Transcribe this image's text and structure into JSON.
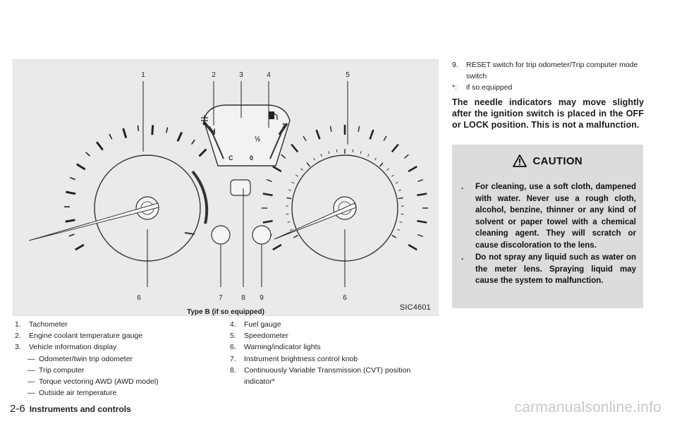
{
  "figure": {
    "callouts": [
      "1",
      "2",
      "3",
      "4",
      "5",
      "6",
      "7",
      "8",
      "9",
      "6"
    ],
    "gauge_marks": {
      "hot": "H",
      "cold": "C",
      "full": "1",
      "half": "½",
      "empty": "0"
    },
    "code": "SIC4601",
    "caption": "Type B (if so equipped)"
  },
  "legend_left": [
    {
      "num": "1.",
      "text": "Tachometer"
    },
    {
      "num": "2.",
      "text": "Engine coolant temperature gauge"
    },
    {
      "num": "3.",
      "text": "Vehicle information display"
    }
  ],
  "legend_sub": [
    "Odometer/twin trip odometer",
    "Trip computer",
    "Torque vectoring AWD (AWD model)",
    "Outside air temperature"
  ],
  "legend_right": [
    {
      "num": "4.",
      "text": "Fuel gauge"
    },
    {
      "num": "5.",
      "text": "Speedometer"
    },
    {
      "num": "6.",
      "text": "Warning/indicator lights"
    },
    {
      "num": "7.",
      "text": "Instrument brightness control knob"
    },
    {
      "num": "8.",
      "text": "Continuously Variable Transmission (CVT) position indicator*"
    }
  ],
  "legend_col3": [
    {
      "num": "9.",
      "text": "RESET switch for trip odometer/Trip computer mode switch"
    },
    {
      "num": "*:",
      "text": "if so equipped"
    }
  ],
  "note": "The needle indicators may move slightly after the ignition switch is placed in the OFF or LOCK position. This is not a malfunction.",
  "caution": {
    "title": "CAUTION",
    "items": [
      "For cleaning, use a soft cloth, dampened with water. Never use a rough cloth, alcohol, benzine, thinner or any kind of solvent or paper towel with a chemical cleaning agent. They will scratch or cause discoloration to the lens.",
      "Do not spray any liquid such as water on the meter lens. Spraying liquid may cause the system to malfunction."
    ]
  },
  "footer": {
    "page": "2-6",
    "section": "Instruments and controls"
  },
  "watermark": "carmanualsonline.info"
}
